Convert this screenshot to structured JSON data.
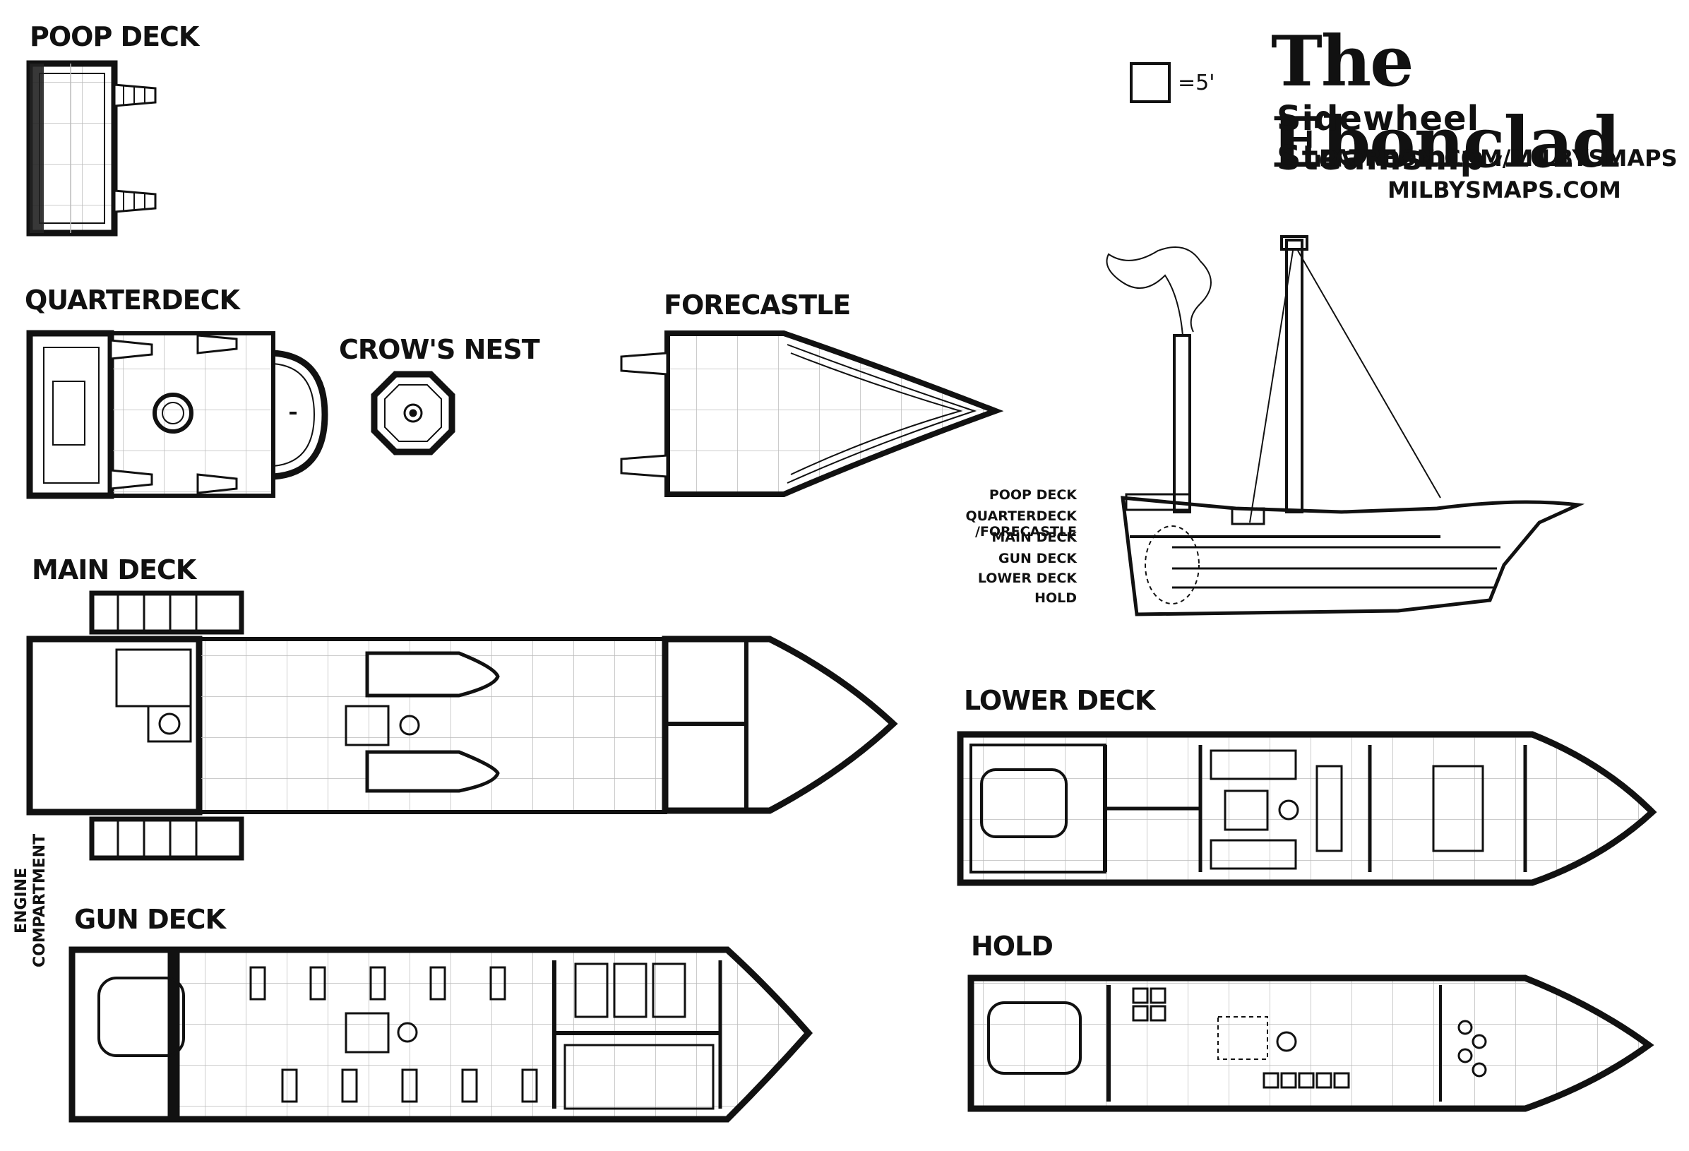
{
  "map": {
    "title": "The Ebonclad",
    "subtitle": "Sidewheel Steamship",
    "url_patreon": "PATREON.COM/MILBYSMAPS",
    "url_site": "MILBYSMAPS.COM",
    "scale_label": "=5'",
    "profile_labels": [
      "POOP DECK",
      "QUARTERDECK /FORECASTLE",
      "MAIN DECK",
      "GUN DECK",
      "LOWER DECK",
      "HOLD"
    ],
    "engine_label_1": "ENGINE",
    "engine_label_2": "COMPARTMENT"
  },
  "decks": {
    "poop": "POOP DECK",
    "quarter": "QUARTERDECK",
    "crows": "CROW'S NEST",
    "forecastle": "FORECASTLE",
    "main": "MAIN DECK",
    "lower": "LOWER DECK",
    "gun": "GUN DECK",
    "hold": "HOLD"
  }
}
